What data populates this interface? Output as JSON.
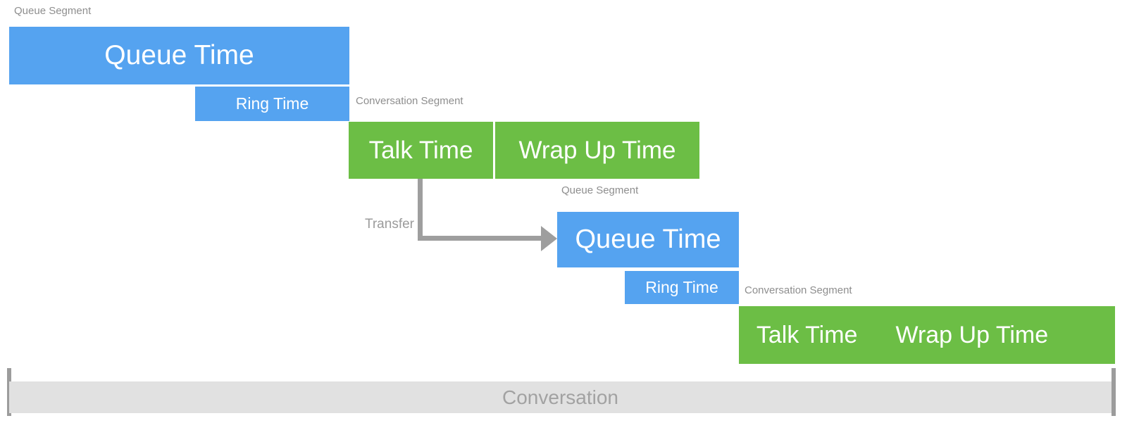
{
  "colors": {
    "queue_bar_blue": "#55a3f0",
    "conversation_bar_green": "#6cbe45",
    "segment_label_gray": "#8e8e8e",
    "transfer_arrow_gray": "#9e9e9e",
    "timeline_bar_gray": "#e1e1e1",
    "timeline_text_gray": "#a2a2a2",
    "bar_text_white": "#ffffff"
  },
  "segment1": {
    "label": "Queue Segment",
    "queue_time": "Queue Time",
    "ring_time": "Ring Time"
  },
  "conversation1": {
    "label": "Conversation Segment",
    "talk_time": "Talk Time",
    "wrap_up_time": "Wrap Up Time"
  },
  "transfer": {
    "label": "Transfer"
  },
  "segment2": {
    "label": "Queue Segment",
    "queue_time": "Queue Time",
    "ring_time": "Ring Time"
  },
  "conversation2": {
    "label": "Conversation Segment",
    "talk_time": "Talk Time",
    "wrap_up_time": "Wrap Up Time"
  },
  "timeline": {
    "label": "Conversation"
  }
}
